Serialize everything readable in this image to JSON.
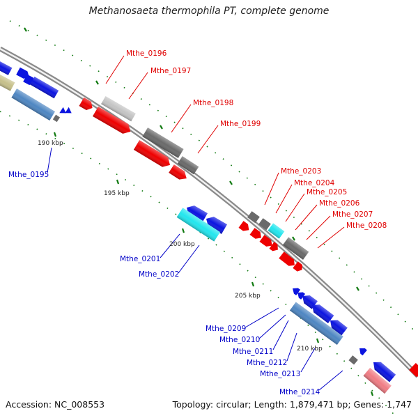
{
  "title": "Methanosaeta thermophila PT, complete genome",
  "footer": {
    "accession": "Accession: NC_008553",
    "summary": "Topology: circular; Length: 1,879,471 bp; Genes: 1,747"
  },
  "colors": {
    "forward_label": "#e00000",
    "reverse_label": "#0000c8",
    "red_gene": "#ee0000",
    "blue_gene": "#0b14e0",
    "gray_gene": "#6a6a6a",
    "lightgray_gene": "#c4c4c4",
    "cyan_gene": "#22e6ee",
    "steel_gene": "#4e86c2",
    "olive_gene": "#c6c08a",
    "pink_gene": "#f07c84",
    "tick_green": "#117a11",
    "backbone": "#8a8a8a"
  },
  "kbp_marks": [
    "190 kbp",
    "195 kbp",
    "200 kbp",
    "205 kbp",
    "210 kbp"
  ],
  "forward_genes": [
    "Mthe_0196",
    "Mthe_0197",
    "Mthe_0198",
    "Mthe_0199",
    "Mthe_0203",
    "Mthe_0204",
    "Mthe_0205",
    "Mthe_0206",
    "Mthe_0207",
    "Mthe_0208"
  ],
  "reverse_genes": [
    "Mthe_0195",
    "Mthe_0201",
    "Mthe_0202",
    "Mthe_0209",
    "Mthe_0210",
    "Mthe_0211",
    "Mthe_0212",
    "Mthe_0213",
    "Mthe_0214"
  ]
}
